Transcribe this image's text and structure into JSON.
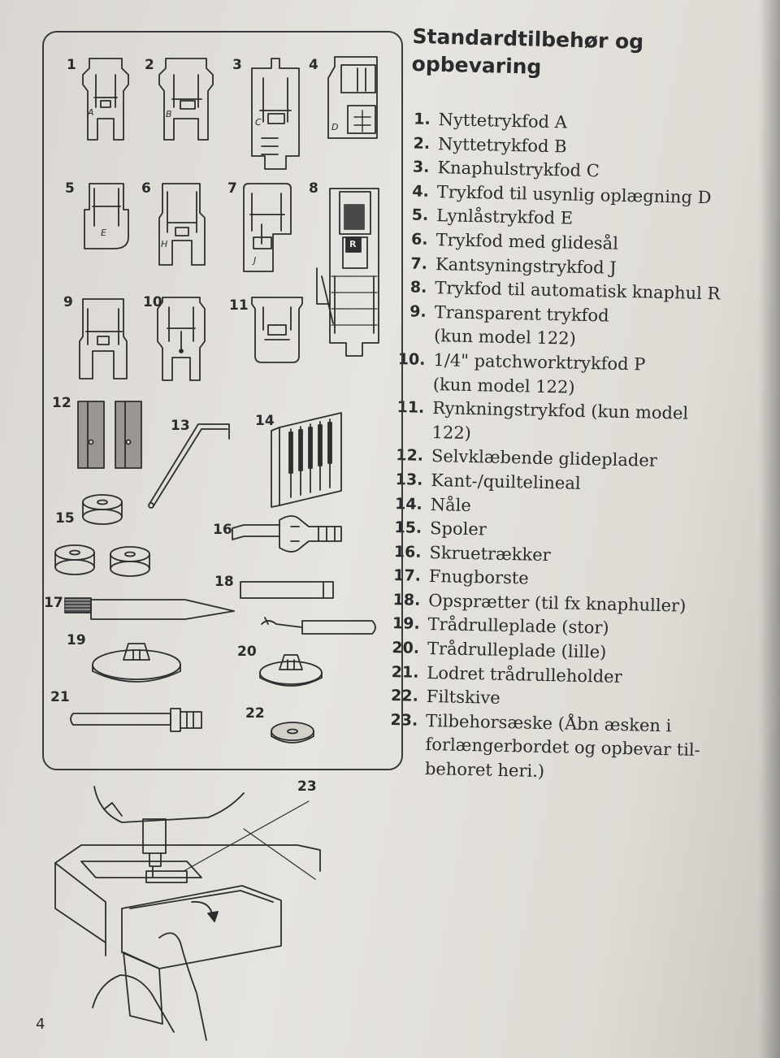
{
  "heading": "Standardtilbehør og opbevaring",
  "page_number": "4",
  "figure_labels": [
    "1",
    "2",
    "3",
    "4",
    "5",
    "6",
    "7",
    "8",
    "9",
    "10",
    "11",
    "12",
    "13",
    "14",
    "15",
    "16",
    "17",
    "18",
    "19",
    "20",
    "21",
    "22",
    "23"
  ],
  "foot_letters": [
    "A",
    "B",
    "C",
    "D",
    "E",
    "H",
    "J",
    "R"
  ],
  "items": [
    {
      "num": "1.",
      "text": "Nyttetrykfod A"
    },
    {
      "num": "2.",
      "text": "Nyttetrykfod B"
    },
    {
      "num": "3.",
      "text": "Knaphulstrykfod C"
    },
    {
      "num": "4.",
      "text": "Trykfod til usynlig oplægning D"
    },
    {
      "num": "5.",
      "text": "Lynlåstrykfod E"
    },
    {
      "num": "6.",
      "text": "Trykfod med glidesål"
    },
    {
      "num": "7.",
      "text": "Kantsyningstrykfod J"
    },
    {
      "num": "8.",
      "text": "Trykfod til automatisk knaphul R"
    },
    {
      "num": "9.",
      "text": "Transparent trykfod\n(kun model 122)"
    },
    {
      "num": "10.",
      "text": "1/4\" patchworktrykfod P\n(kun model 122)"
    },
    {
      "num": "11.",
      "text": "Rynkningstrykfod (kun model 122)"
    },
    {
      "num": "12.",
      "text": "Selvklæbende glideplader"
    },
    {
      "num": "13.",
      "text": "Kant-/quiltelineal"
    },
    {
      "num": "14.",
      "text": "Nåle"
    },
    {
      "num": "15.",
      "text": "Spoler"
    },
    {
      "num": "16.",
      "text": "Skruetrækker"
    },
    {
      "num": "17.",
      "text": "Fnugborste"
    },
    {
      "num": "18.",
      "text": "Opsprætter (til fx knaphuller)"
    },
    {
      "num": "19.",
      "text": "Trådrulleplade (stor)"
    },
    {
      "num": "20.",
      "text": "Trådrulleplade (lille)"
    },
    {
      "num": "21.",
      "text": "Lodret trådrulleholder"
    },
    {
      "num": "22.",
      "text": "Filtskive"
    },
    {
      "num": "23.",
      "text": "Tilbehorsæske (Åbn æsken i\nforlængerbordet og opbevar til-\nbehoret heri.)"
    }
  ]
}
